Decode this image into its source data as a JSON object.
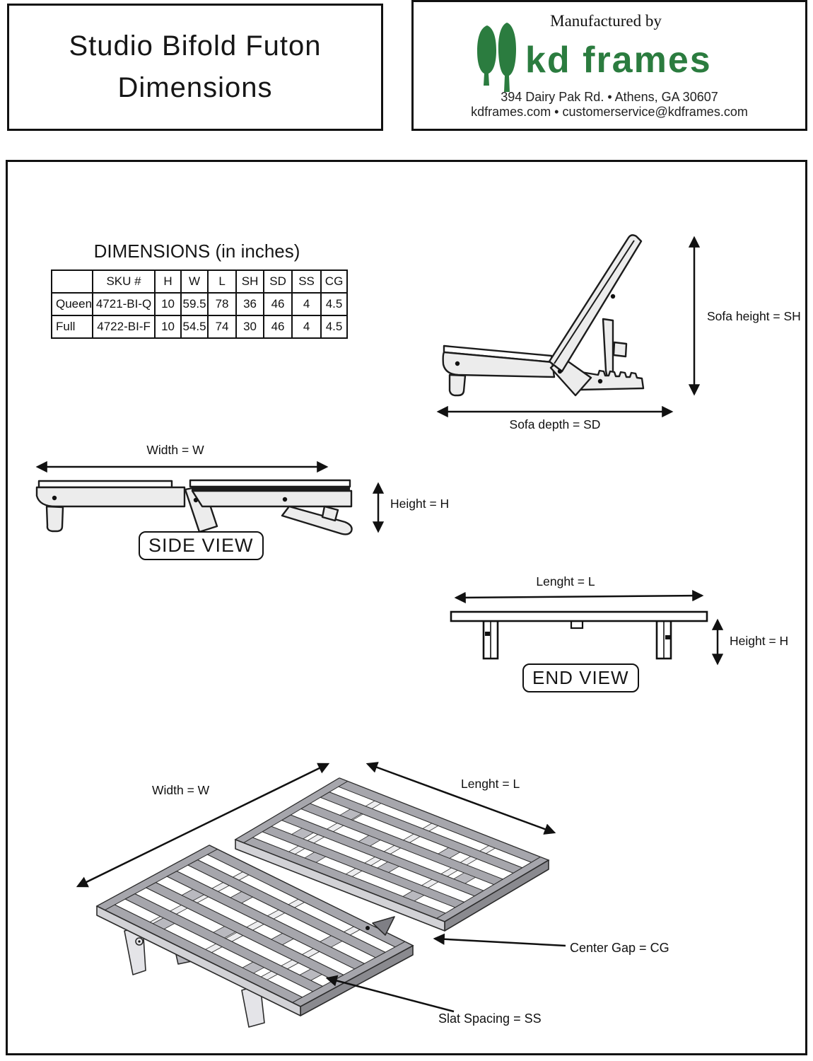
{
  "title_box": {
    "line1": "Studio Bifold Futon",
    "line2": "Dimensions"
  },
  "brand_box": {
    "manufactured_by": "Manufactured by",
    "brand_name": "kd frames",
    "address": "394 Dairy Pak Rd. • Athens, GA  30607",
    "contact": "kdframes.com • customerservice@kdframes.com",
    "brand_color": "#2b7c3f",
    "logo": "two-trees-icon"
  },
  "dimensions_table": {
    "title": "DIMENSIONS (in inches)",
    "columns": [
      "",
      "SKU #",
      "H",
      "W",
      "L",
      "SH",
      "SD",
      "SS",
      "CG"
    ],
    "rows": [
      {
        "size": "Queen",
        "sku": "4721-BI-Q",
        "h": "10",
        "w": "59.5",
        "l": "78",
        "sh": "36",
        "sd": "46",
        "ss": "4",
        "cg": "4.5"
      },
      {
        "size": "Full",
        "sku": "4722-BI-F",
        "h": "10",
        "w": "54.5",
        "l": "74",
        "sh": "30",
        "sd": "46",
        "ss": "4",
        "cg": "4.5"
      }
    ]
  },
  "diagram_labels": {
    "sofa_height": "Sofa height = SH",
    "sofa_depth": "Sofa depth = SD",
    "side_width": "Width = W",
    "side_height": "Height = H",
    "side_view_badge": "SIDE VIEW",
    "end_length": "Lenght = L",
    "end_height": "Height = H",
    "end_view_badge": "END VIEW",
    "iso_width": "Width = W",
    "iso_length": "Lenght = L",
    "center_gap": "Center Gap = CG",
    "slat_spacing": "Slat Spacing = SS"
  }
}
